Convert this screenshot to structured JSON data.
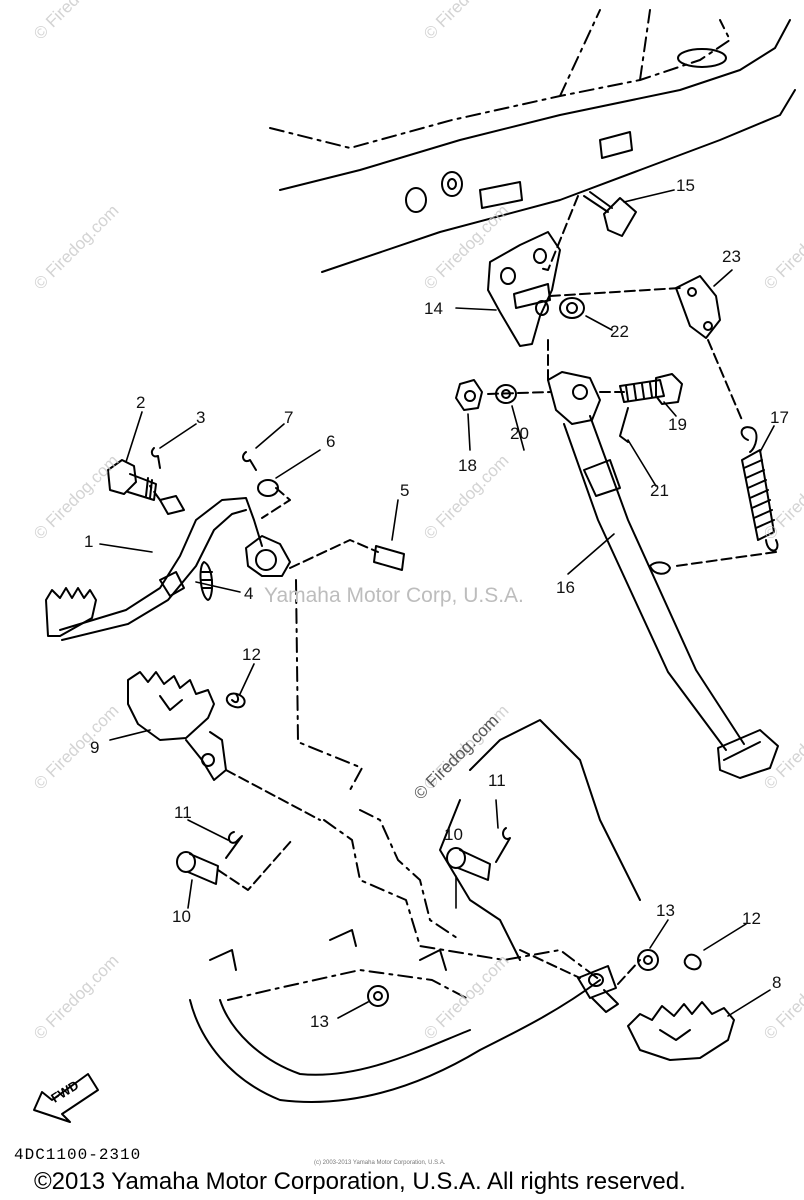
{
  "callouts": [
    "1",
    "2",
    "3",
    "4",
    "5",
    "6",
    "7",
    "8",
    "9",
    "10",
    "10",
    "11",
    "11",
    "12",
    "12",
    "13",
    "13",
    "14",
    "15",
    "16",
    "17",
    "18",
    "19",
    "20",
    "21",
    "22",
    "23"
  ],
  "watermark": {
    "site": "© Firedog.com",
    "center": "Yamaha Motor Corp, U.S.A."
  },
  "footer": {
    "part_code": "4DC1100-2310",
    "copyright": "©2013 Yamaha Motor Corporation, U.S.A. All rights reserved.",
    "fine_print": "(c) 2003-2013 Yamaha Motor Corporation, U.S.A."
  },
  "direction_label": "FWD"
}
